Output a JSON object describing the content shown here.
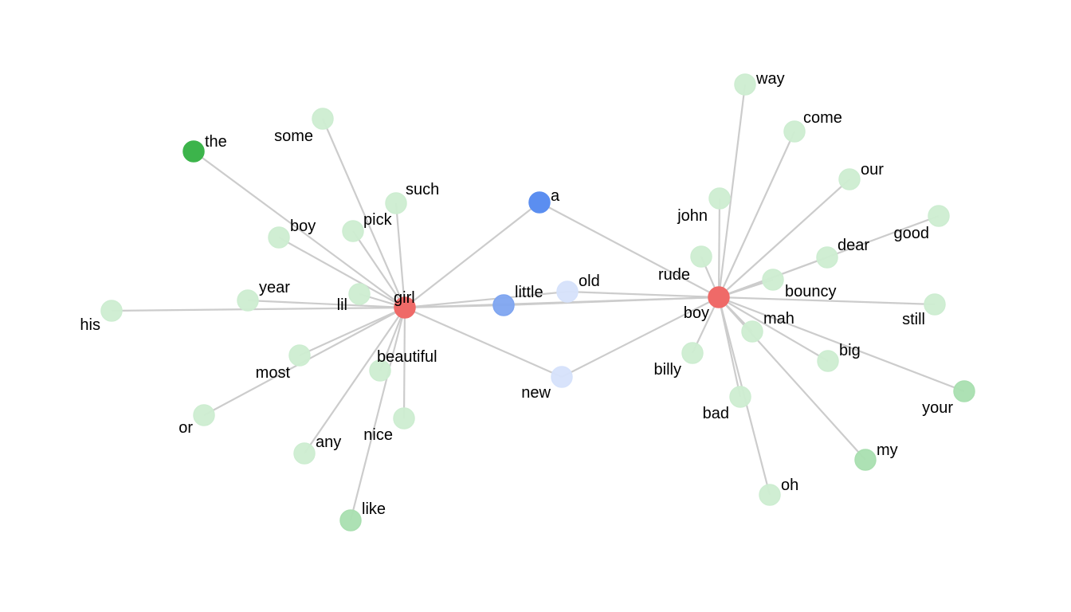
{
  "colors": {
    "edge": "#cccccc",
    "hub": "#ef6a68",
    "bridge_strong": "#5b8ef0",
    "bridge_medium": "#7fa5f0",
    "bridge_light": "#d6e2fb",
    "leaf_strong": "#3cb44b",
    "leaf_medium": "#a9dfb0",
    "leaf_light": "#cdedd1"
  },
  "nodes": [
    {
      "id": "girl",
      "label": "girl",
      "kind": "hub"
    },
    {
      "id": "boy_hub",
      "label": "boy",
      "kind": "hub"
    },
    {
      "id": "a",
      "label": "a",
      "kind": "bridge_strong"
    },
    {
      "id": "little",
      "label": "little",
      "kind": "bridge_medium"
    },
    {
      "id": "old",
      "label": "old",
      "kind": "bridge_light"
    },
    {
      "id": "new",
      "label": "new",
      "kind": "bridge_light"
    },
    {
      "id": "the",
      "label": "the",
      "kind": "leaf_strong"
    },
    {
      "id": "some",
      "label": "some",
      "kind": "leaf_light"
    },
    {
      "id": "such",
      "label": "such",
      "kind": "leaf_light"
    },
    {
      "id": "pick",
      "label": "pick",
      "kind": "leaf_light"
    },
    {
      "id": "boy_leaf",
      "label": "boy",
      "kind": "leaf_light"
    },
    {
      "id": "year",
      "label": "year",
      "kind": "leaf_light"
    },
    {
      "id": "lil",
      "label": "lil",
      "kind": "leaf_light"
    },
    {
      "id": "his",
      "label": "his",
      "kind": "leaf_light"
    },
    {
      "id": "most",
      "label": "most",
      "kind": "leaf_light"
    },
    {
      "id": "or",
      "label": "or",
      "kind": "leaf_light"
    },
    {
      "id": "beautiful",
      "label": "beautiful",
      "kind": "leaf_light"
    },
    {
      "id": "nice",
      "label": "nice",
      "kind": "leaf_light"
    },
    {
      "id": "any",
      "label": "any",
      "kind": "leaf_light"
    },
    {
      "id": "like",
      "label": "like",
      "kind": "leaf_medium"
    },
    {
      "id": "way",
      "label": "way",
      "kind": "leaf_light"
    },
    {
      "id": "come",
      "label": "come",
      "kind": "leaf_light"
    },
    {
      "id": "our",
      "label": "our",
      "kind": "leaf_light"
    },
    {
      "id": "john",
      "label": "john",
      "kind": "leaf_light"
    },
    {
      "id": "good",
      "label": "good",
      "kind": "leaf_light"
    },
    {
      "id": "dear",
      "label": "dear",
      "kind": "leaf_light"
    },
    {
      "id": "rude",
      "label": "rude",
      "kind": "leaf_light"
    },
    {
      "id": "bouncy",
      "label": "bouncy",
      "kind": "leaf_light"
    },
    {
      "id": "still",
      "label": "still",
      "kind": "leaf_light"
    },
    {
      "id": "mah",
      "label": "mah",
      "kind": "leaf_light"
    },
    {
      "id": "big",
      "label": "big",
      "kind": "leaf_light"
    },
    {
      "id": "billy",
      "label": "billy",
      "kind": "leaf_light"
    },
    {
      "id": "your",
      "label": "your",
      "kind": "leaf_medium"
    },
    {
      "id": "bad",
      "label": "bad",
      "kind": "leaf_light"
    },
    {
      "id": "my",
      "label": "my",
      "kind": "leaf_medium"
    },
    {
      "id": "oh",
      "label": "oh",
      "kind": "leaf_light"
    }
  ],
  "edges": [
    [
      "girl",
      "a"
    ],
    [
      "a",
      "boy_hub"
    ],
    [
      "girl",
      "little"
    ],
    [
      "girl",
      "old"
    ],
    [
      "girl",
      "boy_hub"
    ],
    [
      "little",
      "boy_hub"
    ],
    [
      "old",
      "boy_hub"
    ],
    [
      "girl",
      "new"
    ],
    [
      "new",
      "boy_hub"
    ],
    [
      "girl",
      "the"
    ],
    [
      "girl",
      "some"
    ],
    [
      "girl",
      "such"
    ],
    [
      "girl",
      "pick"
    ],
    [
      "girl",
      "boy_leaf"
    ],
    [
      "girl",
      "year"
    ],
    [
      "girl",
      "lil"
    ],
    [
      "girl",
      "his"
    ],
    [
      "girl",
      "most"
    ],
    [
      "girl",
      "or"
    ],
    [
      "girl",
      "beautiful"
    ],
    [
      "girl",
      "nice"
    ],
    [
      "girl",
      "any"
    ],
    [
      "girl",
      "like"
    ],
    [
      "boy_hub",
      "way"
    ],
    [
      "boy_hub",
      "come"
    ],
    [
      "boy_hub",
      "our"
    ],
    [
      "boy_hub",
      "john"
    ],
    [
      "boy_hub",
      "good"
    ],
    [
      "boy_hub",
      "dear"
    ],
    [
      "boy_hub",
      "rude"
    ],
    [
      "boy_hub",
      "bouncy"
    ],
    [
      "boy_hub",
      "still"
    ],
    [
      "boy_hub",
      "mah"
    ],
    [
      "boy_hub",
      "big"
    ],
    [
      "boy_hub",
      "billy"
    ],
    [
      "boy_hub",
      "your"
    ],
    [
      "boy_hub",
      "bad"
    ],
    [
      "boy_hub",
      "my"
    ],
    [
      "boy_hub",
      "oh"
    ]
  ]
}
